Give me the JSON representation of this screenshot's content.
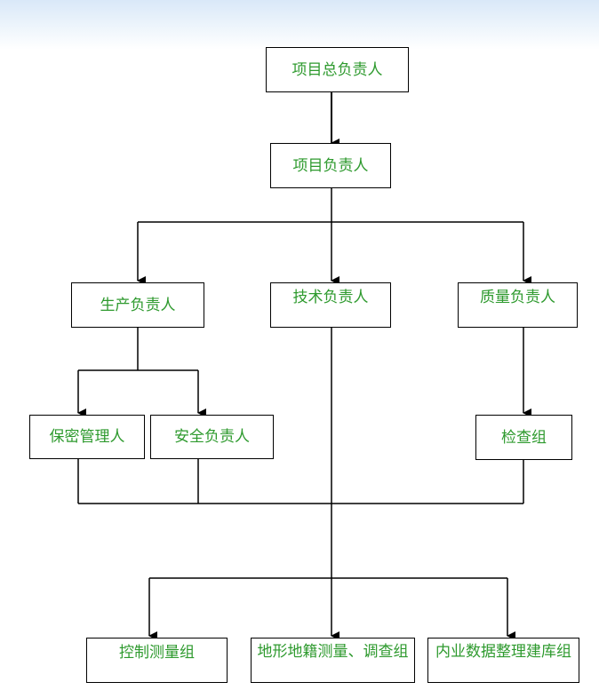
{
  "org_chart": {
    "root": "项目总负责人",
    "project_lead": "项目负责人",
    "production_lead": "生产负责人",
    "tech_lead": "技术负责人",
    "quality_lead": "质量负责人",
    "confidentiality_manager": "保密管理人",
    "safety_lead": "安全负责人",
    "inspection_group": "检查组",
    "control_survey_group": "控制测量组",
    "cadastral_survey_group": "地形地籍测量、调查组",
    "office_data_group": "内业数据整理建库组"
  },
  "colors": {
    "text": "#2e9a2e",
    "line": "#000000",
    "header_band": "#d9e8f8"
  }
}
